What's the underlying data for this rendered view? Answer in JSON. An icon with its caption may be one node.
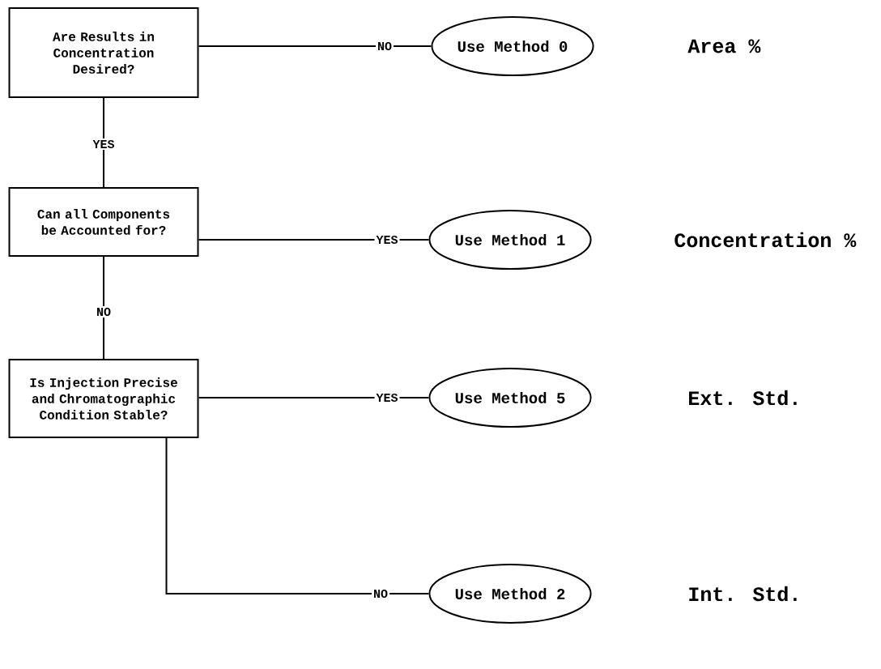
{
  "diagram": {
    "nodes": [
      {
        "text": [
          "Are Results in Concentration Desired?"
        ]
      },
      {
        "text": [
          "Use Method 0"
        ]
      },
      {
        "text": [
          "Can all Components be Accounted for?"
        ]
      },
      {
        "text": [
          "Use Method 1"
        ]
      },
      {
        "text": [
          "Is Injection Precise and Chromatographic Condition Stable?"
        ]
      },
      {
        "text": [
          "Use Method 5"
        ]
      },
      {
        "text": [
          "Use Method 2"
        ]
      }
    ],
    "edges": [
      {
        "from": 0,
        "to": 1,
        "arrow": "none",
        "label": "NO"
      },
      {
        "from": 0,
        "to": 2,
        "arrow": "none",
        "label": "YES"
      },
      {
        "from": 2,
        "to": 3,
        "arrow": "none",
        "label": "YES"
      },
      {
        "from": 2,
        "to": 4,
        "arrow": "none",
        "label": "NO"
      },
      {
        "from": 4,
        "to": 5,
        "arrow": "none",
        "label": "YES"
      },
      {
        "from": 4,
        "to": 6,
        "arrow": "none",
        "label": "NO"
      }
    ],
    "labels": [
      "Area %",
      "Concentration %",
      "Ext. Std.",
      "Int. Std."
    ]
  }
}
